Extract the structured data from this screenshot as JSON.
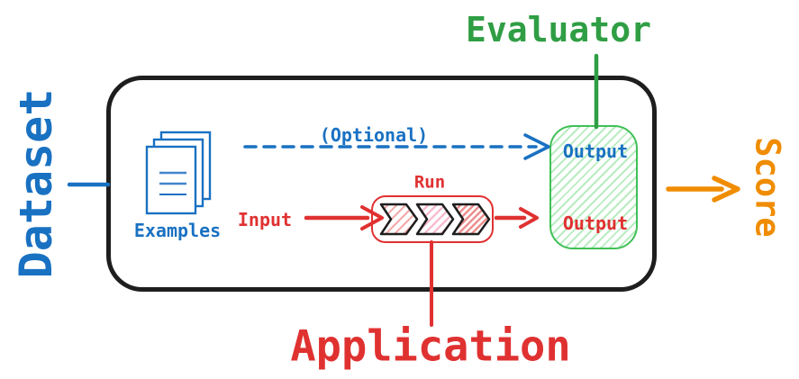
{
  "labels": {
    "dataset": "Dataset",
    "evaluator": "Evaluator",
    "score": "Score",
    "application": "Application",
    "examples": "Examples",
    "optional": "(Optional)",
    "input": "Input",
    "run": "Run",
    "output_top": "Output",
    "output_bottom": "Output"
  },
  "icons": {
    "examples_icon": "documents-stack-icon",
    "run_icon": "chevron-pipeline-icon",
    "optional_arrow": "dashed-arrow-right-icon",
    "input_arrow": "arrow-right-icon",
    "run_output_arrow": "arrow-right-icon",
    "score_arrow": "arrow-right-icon"
  },
  "colors": {
    "dataset_blue": "#1971c2",
    "evaluator_green": "#2f9e44",
    "evaluator_box_border_green": "#40c057",
    "evaluator_box_hatch_green": "#b2f2bb",
    "application_red": "#e03131",
    "score_orange": "#f08c00",
    "outline_black": "#1e1e1e"
  }
}
